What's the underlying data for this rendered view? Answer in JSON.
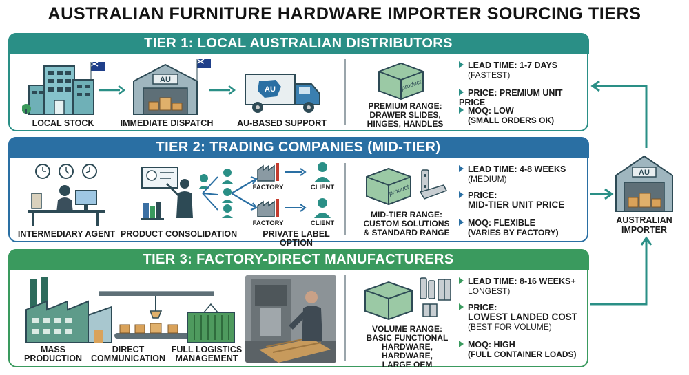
{
  "title": "AUSTRALIAN FURNITURE HARDWARE IMPORTER SOURCING TIERS",
  "colors": {
    "tier1": "#2a8f86",
    "tier2": "#2a6fa3",
    "tier3": "#3a9a5e"
  },
  "tier1": {
    "header": "TIER 1: LOCAL AUSTRALIAN DISTRIBUTORS",
    "icons": [
      "office-building-icon",
      "au-warehouse-icon",
      "delivery-truck-icon",
      "product-box-icon"
    ],
    "flow": [
      "LOCAL STOCK",
      "IMMEDIATE DISPATCH",
      "AU-BASED SUPPORT"
    ],
    "warehouse_sign": "AU",
    "truck_sign": "AU",
    "box_label": "product",
    "range": [
      "PREMIUM RANGE:",
      "DRAWER SLIDES,",
      "HINGES, HANDLES"
    ],
    "lead_time": {
      "label": "LEAD TIME: 1-7 DAYS",
      "sub": "(FASTEST)"
    },
    "price": {
      "label": "PRICE: PREMIUM UNIT PRICE"
    },
    "moq": {
      "label": "MOQ: LOW",
      "sub": "(SMALL ORDERS OK)"
    }
  },
  "tier2": {
    "header": "TIER 2: TRADING COMPANIES (MID-TIER)",
    "icons": [
      "clock-icon",
      "agent-desk-icon",
      "presenter-icon",
      "factory-icon",
      "client-icon",
      "product-box-icon",
      "hinge-icon"
    ],
    "flow": [
      "INTERMEDIARY AGENT",
      "PRODUCT CONSOLIDATION",
      "PRIVATE LABEL OPTION"
    ],
    "factory_label": "FACTORY",
    "client_label": "CLIENT",
    "box_label": "product",
    "range": [
      "MID-TIER RANGE:",
      "CUSTOM SOLUTIONS",
      "& STANDARD RANGE"
    ],
    "lead_time": {
      "label": "LEAD TIME: 4-8 WEEKS",
      "sub": "(MEDIUM)"
    },
    "price": {
      "label": "PRICE:",
      "big": "MID-TIER UNIT PRICE"
    },
    "moq": {
      "label": "MOQ: FLEXIBLE",
      "sub": "(VARIES BY FACTORY)"
    }
  },
  "tier3": {
    "header": "TIER 3: FACTORY-DIRECT MANUFACTURERS",
    "icons": [
      "factory-icon",
      "gantry-crane-icon",
      "shipping-container-icon",
      "product-box-icon",
      "hinge-icon"
    ],
    "flow": [
      [
        "MASS",
        "PRODUCTION"
      ],
      [
        "DIRECT",
        "COMMUNICATION"
      ],
      [
        "FULL LOGISTICS",
        "MANAGEMENT"
      ]
    ],
    "range": [
      "VOLUME RANGE:",
      "BASIC FUNCTIONAL",
      "HARDWARE, HARDWARE,",
      "LARGE OEM"
    ],
    "lead_time": {
      "label": "LEAD TIME: 8-16 WEEKS+",
      "sub": "LONGEST)"
    },
    "price": {
      "label": "PRICE:",
      "big": "LOWEST LANDED COST",
      "sub": "(BEST FOR VOLUME)"
    },
    "moq": {
      "label": "MOQ: HIGH",
      "sub": "(FULL CONTAINER LOADS)"
    }
  },
  "importer": {
    "sign": "AU",
    "label": [
      "AUSTRALIAN",
      "IMPORTER"
    ]
  }
}
